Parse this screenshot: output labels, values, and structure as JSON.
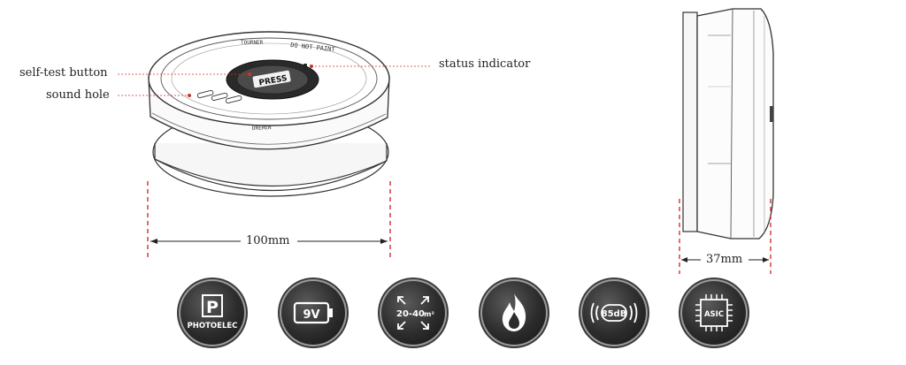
{
  "callouts": {
    "self_test_button": "self-test button",
    "sound_hole": "sound hole",
    "status_indicator": "status indicator"
  },
  "dimensions": {
    "diameter": "100mm",
    "height": "37mm"
  },
  "detector_ring_text": {
    "ring_1": "DO NOT PAINT",
    "ring_2": "TOURNER",
    "ring_3": "DREHEN",
    "center": "PRESS"
  },
  "badges": [
    {
      "id": "photoelectric",
      "icon": "photoelectric-icon",
      "letter": "P",
      "text": "PHOTOELEC"
    },
    {
      "id": "battery",
      "icon": "battery-icon",
      "text": "9V"
    },
    {
      "id": "coverage",
      "icon": "coverage-arrows-icon",
      "text": "20-40",
      "unit": "m²"
    },
    {
      "id": "fire",
      "icon": "fire-icon"
    },
    {
      "id": "sound",
      "icon": "sound-waves-icon",
      "text": "85dB"
    },
    {
      "id": "asic",
      "icon": "chip-icon",
      "text": "ASIC"
    }
  ],
  "colors": {
    "guide_line": "#d3302f",
    "leader_line": "#c0392b",
    "badge_dark": "#2c2c2c",
    "outline": "#333333"
  }
}
